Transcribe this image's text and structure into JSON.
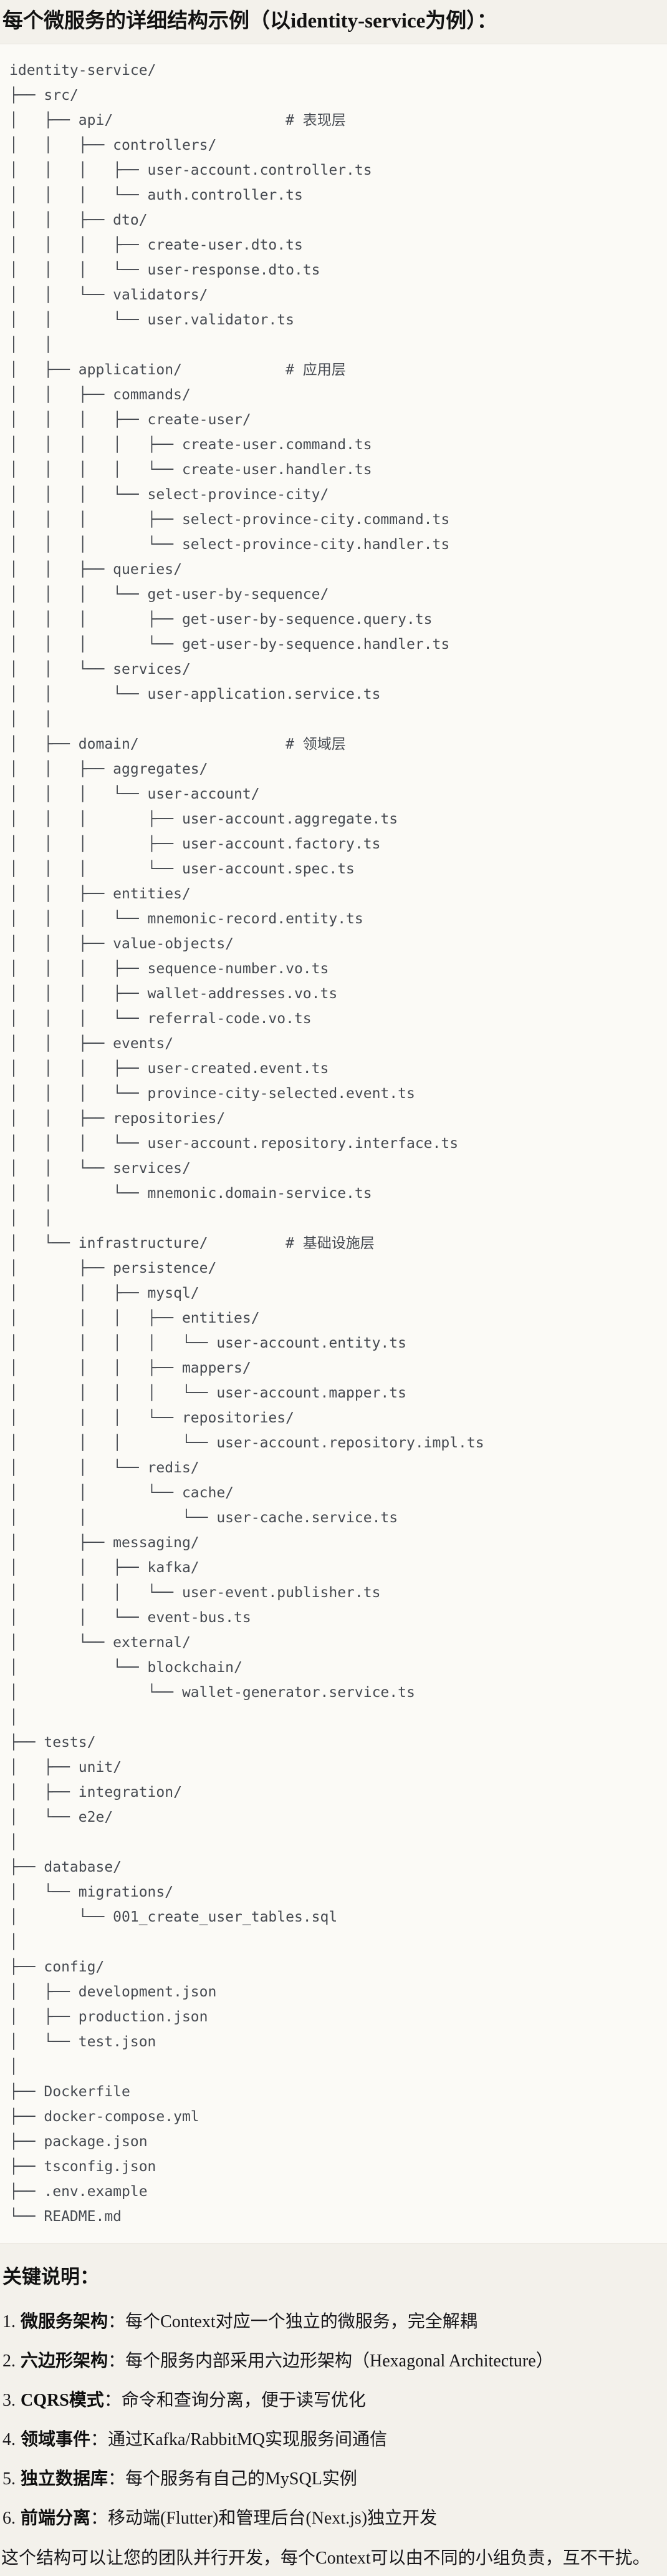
{
  "page": {
    "title": "每个微服务的详细结构示例（以identity-service为例）：",
    "section_heading": "关键说明："
  },
  "code": {
    "lines": [
      "identity-service/",
      "├── src/",
      "│   ├── api/                    # 表现层",
      "│   │   ├── controllers/",
      "│   │   │   ├── user-account.controller.ts",
      "│   │   │   └── auth.controller.ts",
      "│   │   ├── dto/",
      "│   │   │   ├── create-user.dto.ts",
      "│   │   │   └── user-response.dto.ts",
      "│   │   └── validators/",
      "│   │       └── user.validator.ts",
      "│   │",
      "│   ├── application/            # 应用层",
      "│   │   ├── commands/",
      "│   │   │   ├── create-user/",
      "│   │   │   │   ├── create-user.command.ts",
      "│   │   │   │   └── create-user.handler.ts",
      "│   │   │   └── select-province-city/",
      "│   │   │       ├── select-province-city.command.ts",
      "│   │   │       └── select-province-city.handler.ts",
      "│   │   ├── queries/",
      "│   │   │   └── get-user-by-sequence/",
      "│   │   │       ├── get-user-by-sequence.query.ts",
      "│   │   │       └── get-user-by-sequence.handler.ts",
      "│   │   └── services/",
      "│   │       └── user-application.service.ts",
      "│   │",
      "│   ├── domain/                 # 领域层",
      "│   │   ├── aggregates/",
      "│   │   │   └── user-account/",
      "│   │   │       ├── user-account.aggregate.ts",
      "│   │   │       ├── user-account.factory.ts",
      "│   │   │       └── user-account.spec.ts",
      "│   │   ├── entities/",
      "│   │   │   └── mnemonic-record.entity.ts",
      "│   │   ├── value-objects/",
      "│   │   │   ├── sequence-number.vo.ts",
      "│   │   │   ├── wallet-addresses.vo.ts",
      "│   │   │   └── referral-code.vo.ts",
      "│   │   ├── events/",
      "│   │   │   ├── user-created.event.ts",
      "│   │   │   └── province-city-selected.event.ts",
      "│   │   ├── repositories/",
      "│   │   │   └── user-account.repository.interface.ts",
      "│   │   └── services/",
      "│   │       └── mnemonic.domain-service.ts",
      "│   │",
      "│   └── infrastructure/         # 基础设施层",
      "│       ├── persistence/",
      "│       │   ├── mysql/",
      "│       │   │   ├── entities/",
      "│       │   │   │   └── user-account.entity.ts",
      "│       │   │   ├── mappers/",
      "│       │   │   │   └── user-account.mapper.ts",
      "│       │   │   └── repositories/",
      "│       │   │       └── user-account.repository.impl.ts",
      "│       │   └── redis/",
      "│       │       └── cache/",
      "│       │           └── user-cache.service.ts",
      "│       ├── messaging/",
      "│       │   ├── kafka/",
      "│       │   │   └── user-event.publisher.ts",
      "│       │   └── event-bus.ts",
      "│       └── external/",
      "│           └── blockchain/",
      "│               └── wallet-generator.service.ts",
      "│",
      "├── tests/",
      "│   ├── unit/",
      "│   ├── integration/",
      "│   └── e2e/",
      "│",
      "├── database/",
      "│   └── migrations/",
      "│       └── 001_create_user_tables.sql",
      "│",
      "├── config/",
      "│   ├── development.json",
      "│   ├── production.json",
      "│   └── test.json",
      "│",
      "├── Dockerfile",
      "├── docker-compose.yml",
      "├── package.json",
      "├── tsconfig.json",
      "├── .env.example",
      "└── README.md"
    ]
  },
  "notes": {
    "items": [
      {
        "num": "1.",
        "label": "微服务架构",
        "colon": "：",
        "desc": "每个Context对应一个独立的微服务，完全解耦"
      },
      {
        "num": "2.",
        "label": "六边形架构",
        "colon": "：",
        "desc": "每个服务内部采用六边形架构（Hexagonal Architecture）"
      },
      {
        "num": "3.",
        "label": "CQRS模式",
        "colon": "：",
        "desc": "命令和查询分离，便于读写优化"
      },
      {
        "num": "4.",
        "label": "领域事件",
        "colon": "：",
        "desc": "通过Kafka/RabbitMQ实现服务间通信"
      },
      {
        "num": "5.",
        "label": "独立数据库",
        "colon": "：",
        "desc": "每个服务有自己的MySQL实例"
      },
      {
        "num": "6.",
        "label": "前端分离",
        "colon": "：",
        "desc": "移动端(Flutter)和管理后台(Next.js)独立开发"
      }
    ],
    "footer": "这个结构可以让您的团队并行开发，每个Context可以由不同的小组负责，互不干扰。"
  }
}
